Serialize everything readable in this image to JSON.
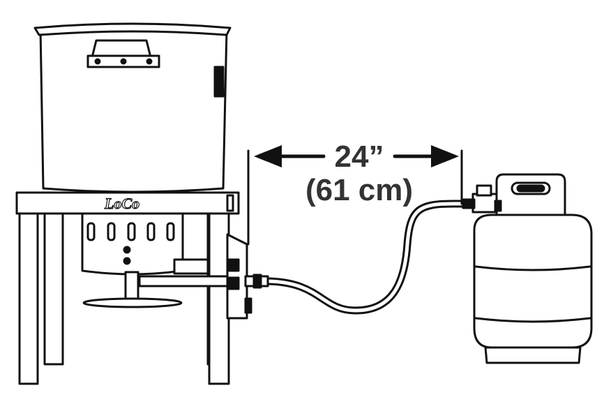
{
  "dimension": {
    "primary": "24”",
    "secondary": "(61 cm)"
  },
  "brand": {
    "logo": "LoCo"
  },
  "colors": {
    "line": "#111111",
    "fill": "#ffffff",
    "text": "#333333"
  }
}
